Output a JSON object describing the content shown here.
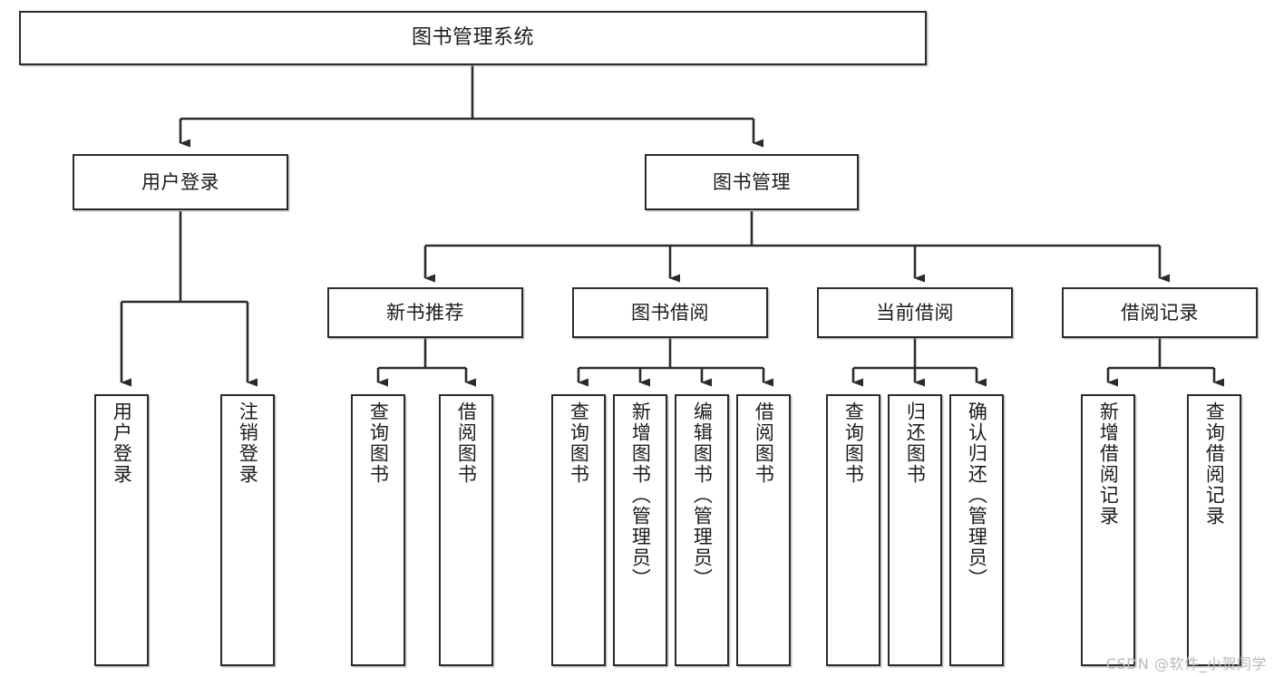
{
  "diagram": {
    "type": "tree-hierarchy",
    "title": "图书管理系统",
    "watermark": "CSDN @软件_小贺同学",
    "colors": {
      "box_border": "#2b2b2b",
      "box_fill": "#ffffff",
      "connector": "#2b2b2b",
      "background": "#ffffff",
      "watermark": "#b9b9b9"
    },
    "nodes": {
      "root": {
        "label": "图书管理系统"
      },
      "level1": [
        {
          "label": "用户登录"
        },
        {
          "label": "图书管理"
        }
      ],
      "level2": [
        {
          "label": "新书推荐"
        },
        {
          "label": "图书借阅"
        },
        {
          "label": "当前借阅"
        },
        {
          "label": "借阅记录"
        }
      ],
      "leaves": {
        "user_login": [
          {
            "label": "用户登录"
          },
          {
            "label": "注销登录"
          }
        ],
        "new_book_recommend": [
          {
            "label": "查询图书"
          },
          {
            "label": "借阅图书"
          }
        ],
        "book_borrow": [
          {
            "label": "查询图书"
          },
          {
            "label": "新增图书（管理员）"
          },
          {
            "label": "编辑图书（管理员）"
          },
          {
            "label": "借阅图书"
          }
        ],
        "current_borrow": [
          {
            "label": "查询图书"
          },
          {
            "label": "归还图书"
          },
          {
            "label": "确认归还（管理员）"
          }
        ],
        "borrow_record": [
          {
            "label": "新增借阅记录"
          },
          {
            "label": "查询借阅记录"
          }
        ]
      }
    }
  }
}
